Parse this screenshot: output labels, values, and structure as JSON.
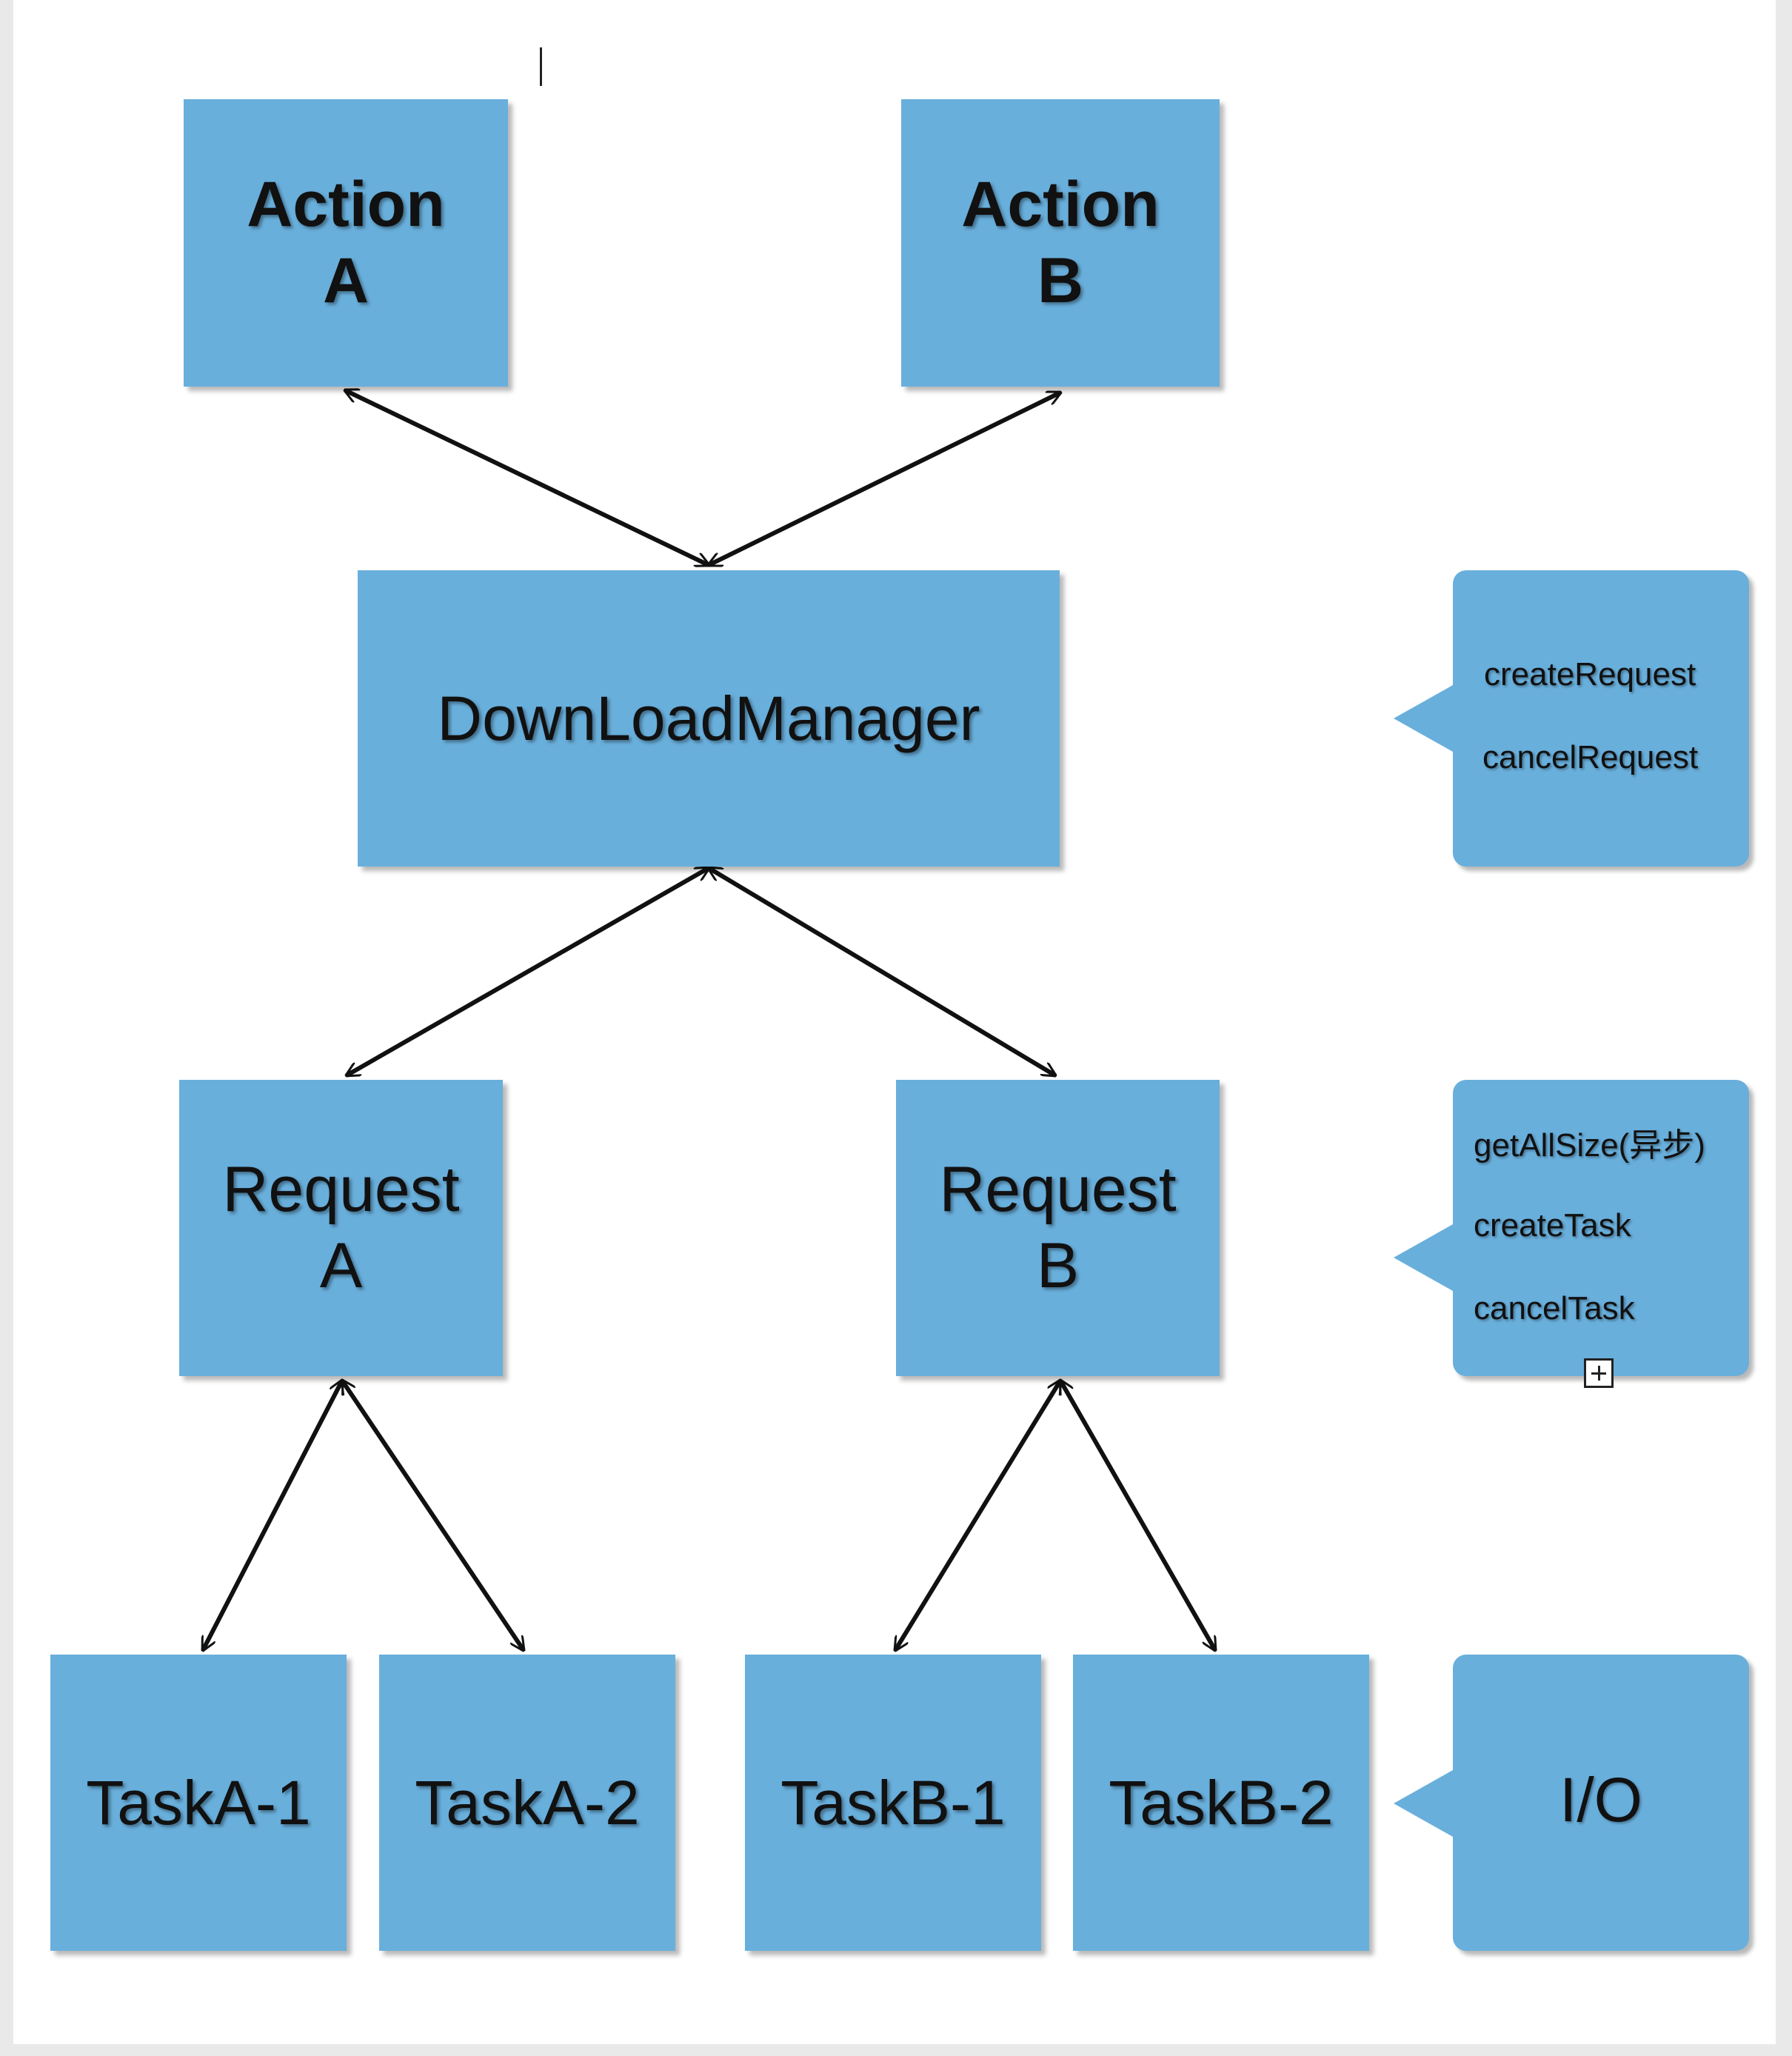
{
  "nodes": {
    "action_a": [
      "Action",
      "A"
    ],
    "action_b": [
      "Action",
      "B"
    ],
    "download_manager": "DownLoadManager",
    "request_a": [
      "Request",
      "A"
    ],
    "request_b": [
      "Request",
      "B"
    ],
    "task_a1": "TaskA-1",
    "task_a2": "TaskA-2",
    "task_b1": "TaskB-1",
    "task_b2": "TaskB-2"
  },
  "callouts": {
    "manager_methods": [
      "createRequest",
      "cancelRequest"
    ],
    "request_methods": [
      "getAllSize(异步)",
      "createTask",
      "cancelTask"
    ],
    "task_note": "I/O"
  },
  "edges": [
    {
      "from": "Action A",
      "to": "DownLoadManager",
      "bidirectional": true
    },
    {
      "from": "Action B",
      "to": "DownLoadManager",
      "bidirectional": true
    },
    {
      "from": "DownLoadManager",
      "to": "Request A",
      "bidirectional": true
    },
    {
      "from": "DownLoadManager",
      "to": "Request B",
      "bidirectional": true
    },
    {
      "from": "Request A",
      "to": "TaskA-1",
      "bidirectional": true
    },
    {
      "from": "Request A",
      "to": "TaskA-2",
      "bidirectional": true
    },
    {
      "from": "Request B",
      "to": "TaskB-1",
      "bidirectional": true
    },
    {
      "from": "Request B",
      "to": "TaskB-2",
      "bidirectional": true
    }
  ],
  "colors": {
    "box_fill": "#69afdc",
    "arrow": "#111111",
    "background": "#ffffff"
  }
}
